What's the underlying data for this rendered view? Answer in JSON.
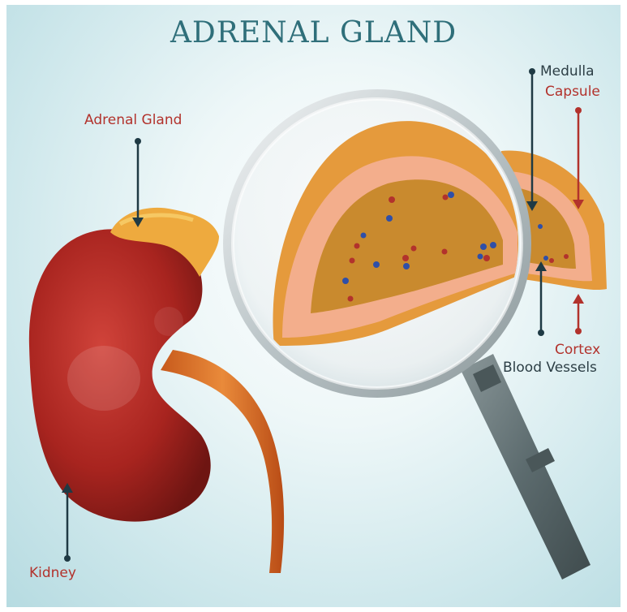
{
  "diagram": {
    "title": "ADRENAL GLAND",
    "labels": {
      "adrenal_gland": "Adrenal Gland",
      "medulla": "Medulla",
      "capsule": "Capsule",
      "cortex": "Cortex",
      "blood_vessels": "Blood Vessels",
      "kidney": "Kidney"
    },
    "colors": {
      "title": "#2f6f7a",
      "red_label": "#b2322c",
      "dark_label": "#2c3e45",
      "kidney": "#a8241f",
      "gland": "#e9a23a",
      "cortex": "#f4b08e",
      "medulla": "#c98a2e"
    }
  }
}
